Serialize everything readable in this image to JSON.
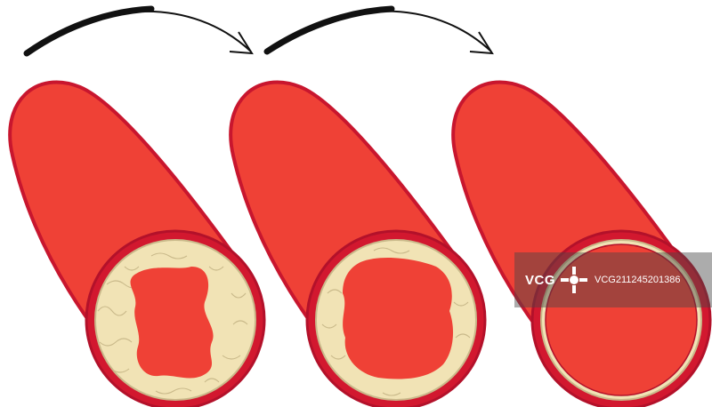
{
  "stages": [
    {
      "name": "severe-plaque",
      "plaque_level": "severe"
    },
    {
      "name": "reduced-plaque",
      "plaque_level": "moderate"
    },
    {
      "name": "clear-artery",
      "plaque_level": "none"
    }
  ],
  "transitions": 2,
  "colors": {
    "vessel_body": "#ef4136",
    "vessel_outline": "#c8162e",
    "vessel_rim": "#d2182f",
    "plaque": "#f1e3b5",
    "plaque_strands": "#c9b98a",
    "blood": "#ef4136",
    "arrow": "#111111"
  },
  "watermark": {
    "brand": "VCG",
    "id": "VCG211245201386"
  }
}
